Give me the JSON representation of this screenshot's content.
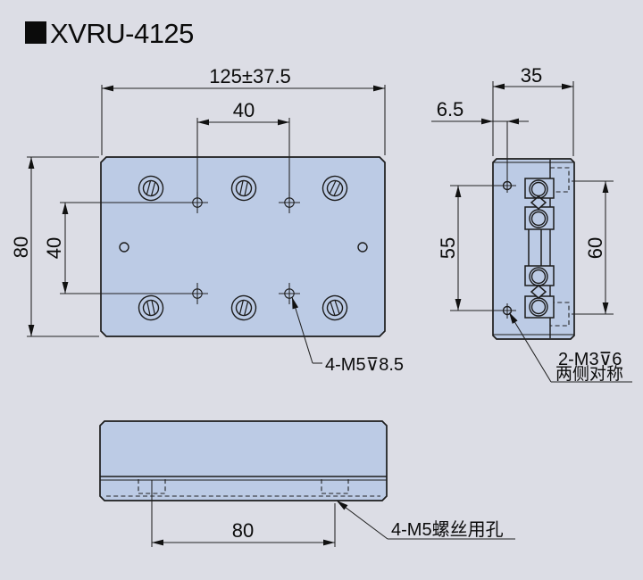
{
  "title": {
    "marker": "■",
    "text": "XVRU-4125"
  },
  "colors": {
    "background": "#dcdde5",
    "plate_fill": "#bccbe5",
    "line": "#1c1c1c",
    "text": "#0b0b0b"
  },
  "top_view": {
    "dim_width": "125±37.5",
    "dim_hole_spacing_x": "40",
    "dim_height": "80",
    "dim_hole_spacing_y": "40",
    "callout_tapped_holes": "4-M5⊽8.5"
  },
  "side_view": {
    "dim_width": "35",
    "dim_hole_offset": "6.5",
    "dim_hole_spacing": "55",
    "dim_feature_spacing": "60",
    "callout_line1": "2-M3⊽6",
    "callout_line2": "两侧对称"
  },
  "front_view": {
    "dim_hole_spacing": "80",
    "callout_through_holes": "4-M5螺丝用孔"
  }
}
